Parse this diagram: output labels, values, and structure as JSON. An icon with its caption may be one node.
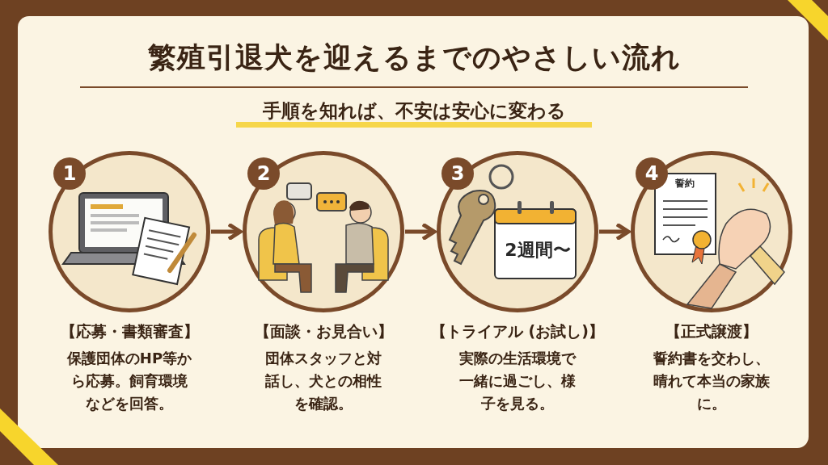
{
  "diagram": {
    "title": "繁殖引退犬を迎えるまでのやさしい流れ",
    "nodes": [
      {
        "text": [
          "1"
        ],
        "beside": [
          "【応募・書類審査】",
          "保護団体のHP等から応募。飼育環境などを回答。"
        ]
      },
      {
        "text": [
          "2"
        ],
        "beside": [
          "【面談・お見合い】",
          "団体スタッフと対話し、犬との相性を確認。"
        ]
      },
      {
        "text": [
          "3",
          "2週間〜"
        ],
        "beside": [
          "【トライアル (お試し)】",
          "実際の生活環境で一緒に過ごし、様子を見る。"
        ]
      },
      {
        "text": [
          "4",
          "誓約"
        ],
        "beside": [
          "【正式譲渡】",
          "誓約書を交わし、晴れて本当の家族に。"
        ]
      }
    ],
    "edges": [
      {
        "from": 0,
        "to": 1,
        "arrow": "to"
      },
      {
        "from": 1,
        "to": 2,
        "arrow": "to"
      },
      {
        "from": 2,
        "to": 3,
        "arrow": "to"
      }
    ],
    "labels": [
      "手順を知れば、不安は安心に変わる"
    ]
  }
}
